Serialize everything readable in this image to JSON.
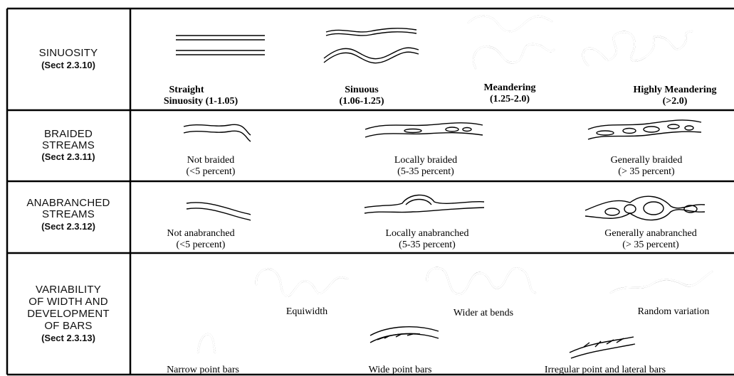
{
  "rows": [
    {
      "title_lines": [
        "SINUOSITY"
      ],
      "section": "(Sect 2.3.10)",
      "items": [
        {
          "label": "Straight",
          "sub": "Sinuosity (1-1.05)"
        },
        {
          "label": "Sinuous",
          "sub": "(1.06-1.25)"
        },
        {
          "label": "Meandering",
          "sub": "(1.25-2.0)"
        },
        {
          "label": "Highly Meandering",
          "sub": "(>2.0)"
        }
      ]
    },
    {
      "title_lines": [
        "BRAIDED",
        "STREAMS"
      ],
      "section": "(Sect 2.3.11)",
      "items": [
        {
          "label": "Not braided",
          "sub": "(<5 percent)"
        },
        {
          "label": "Locally braided",
          "sub": "(5-35 percent)"
        },
        {
          "label": "Generally braided",
          "sub": "(> 35 percent)"
        }
      ]
    },
    {
      "title_lines": [
        "ANABRANCHED",
        "STREAMS"
      ],
      "section": "(Sect 2.3.12)",
      "items": [
        {
          "label": "Not anabranched",
          "sub": "(<5 percent)"
        },
        {
          "label": "Locally anabranched",
          "sub": "(5-35 percent)"
        },
        {
          "label": "Generally anabranched",
          "sub": "(> 35 percent)"
        }
      ]
    },
    {
      "title_lines": [
        "VARIABILITY",
        "OF WIDTH AND",
        "DEVELOPMENT",
        "OF BARS"
      ],
      "section": "(Sect 2.3.13)",
      "items": [
        {
          "label": "Equiwidth"
        },
        {
          "label": "Wider at bends"
        },
        {
          "label": "Random variation"
        },
        {
          "label": "Narrow point bars"
        },
        {
          "label": "Wide point bars"
        },
        {
          "label": "Irregular point and lateral bars"
        }
      ]
    }
  ]
}
